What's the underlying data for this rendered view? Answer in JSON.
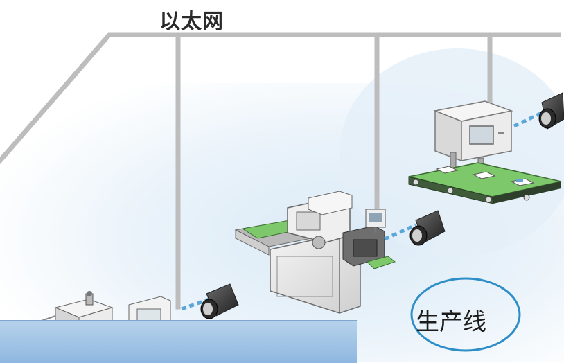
{
  "network": {
    "label": "以太网"
  },
  "production_line": {
    "label": "生产线"
  },
  "colors": {
    "cable": "#bfbfbf",
    "dashed_link": "#5aa6d8",
    "camera": "#333333",
    "conveyor": "#7cc86a",
    "stamp": "#2e8fc8",
    "bottom_bar": "#9dc2e6",
    "background_tint": "#e4f0f8"
  },
  "icons": [
    "ethernet-cable",
    "industrial-camera-icon",
    "conveyor-icon",
    "packaging-machine-icon",
    "controller-cabinet-icon"
  ]
}
